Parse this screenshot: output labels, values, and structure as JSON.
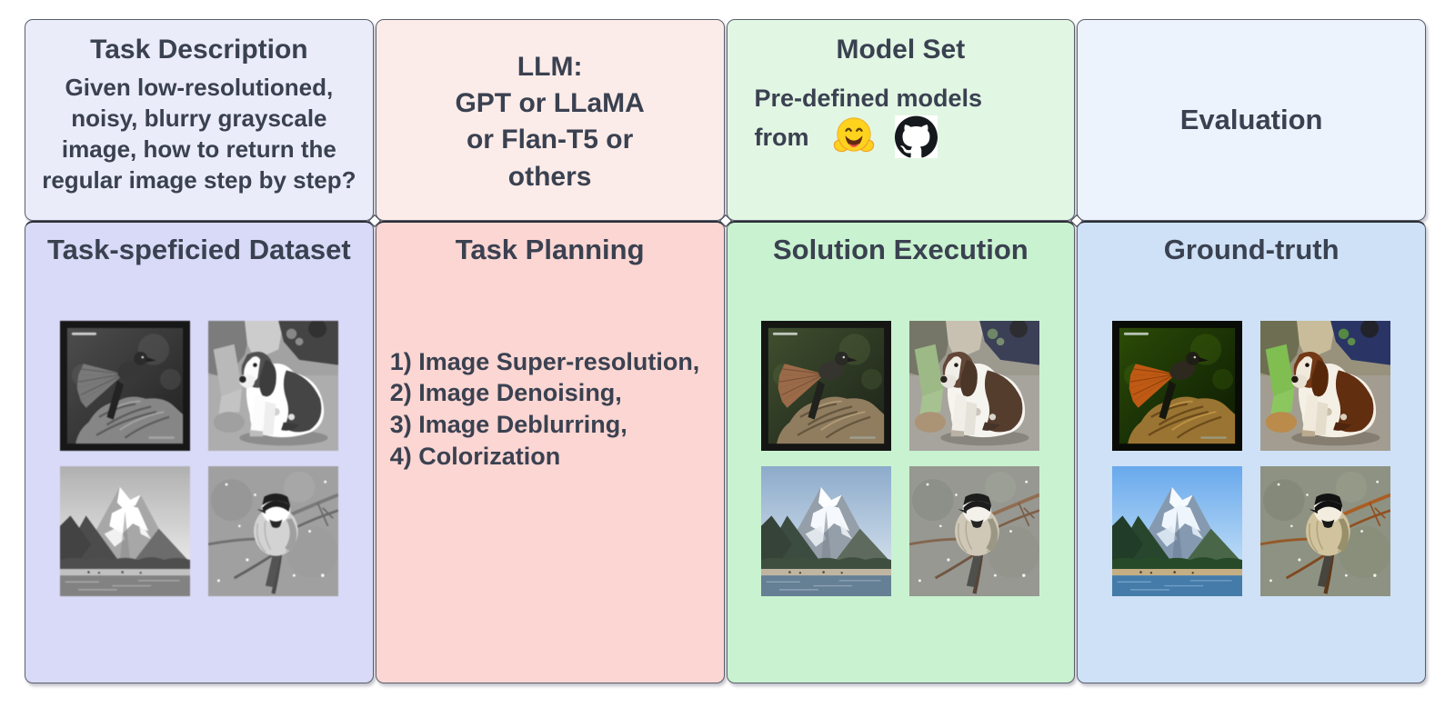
{
  "figure": {
    "text_color": "#3A4150",
    "border_color": "#5A5F6D",
    "columns": [
      {
        "top": {
          "bg": "#EBECFA",
          "title": "Task Description",
          "body": "Given low-resolutioned,\nnoisy, blurry grayscale\nimage, how to return the\nregular image step by step?"
        },
        "bottom": {
          "bg": "#D9DAF7",
          "title": "Task-speficied Dataset",
          "image_style": "grayscale",
          "images": [
            "bird-on-stump",
            "spaniel-dog",
            "snow-mountain",
            "chickadee-bird"
          ]
        }
      },
      {
        "top": {
          "bg": "#FCECE9",
          "text": "LLM:\nGPT or LLaMA\nor Flan-T5 or\nothers"
        },
        "bottom": {
          "bg": "#FBD6D3",
          "title": "Task Planning",
          "tasks": [
            "1) Image Super-resolution,",
            "2) Image Denoising,",
            "3) Image Deblurring,",
            "4) Colorization"
          ]
        }
      },
      {
        "top": {
          "bg": "#E2F6E4",
          "title": "Model Set",
          "label": "Pre-defined models\nfrom",
          "icons": [
            "hugging-face-icon",
            "github-icon"
          ]
        },
        "bottom": {
          "bg": "#C9F2D0",
          "title": "Solution Execution",
          "image_style": "muted-color",
          "images": [
            "bird-on-stump",
            "spaniel-dog",
            "snow-mountain",
            "chickadee-bird"
          ]
        }
      },
      {
        "top": {
          "bg": "#EDF3FC",
          "title": "Evaluation"
        },
        "bottom": {
          "bg": "#CFE1F7",
          "title": "Ground-truth",
          "image_style": "full-color",
          "images": [
            "bird-on-stump",
            "spaniel-dog",
            "snow-mountain",
            "chickadee-bird"
          ]
        }
      }
    ]
  }
}
